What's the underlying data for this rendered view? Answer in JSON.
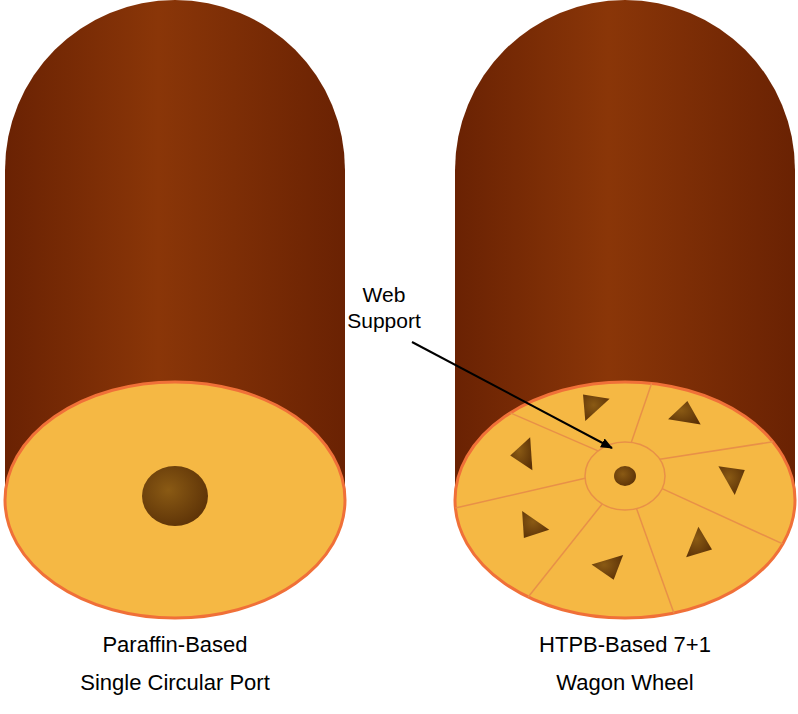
{
  "diagram": {
    "labels": [
      "Web Support",
      "Paraffin-Based Single Circular Port",
      "HTPB-Based 7+1 Wagon Wheel"
    ]
  }
}
